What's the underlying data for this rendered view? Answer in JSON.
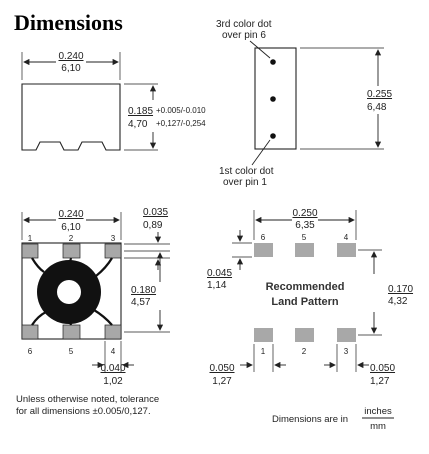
{
  "title": "Dimensions",
  "top_view": {
    "width_in": "0.240",
    "width_mm": "6,10",
    "height_in": "0.185",
    "height_tol_in": "+0.005/-0.010",
    "height_mm": "4,70",
    "height_tol_mm": "+0,127/-0,254"
  },
  "side_view": {
    "dot_top_line1": "3rd color dot",
    "dot_top_line2": "over pin 6",
    "dot_bottom_line1": "1st color dot",
    "dot_bottom_line2": "over pin 1",
    "height_in": "0.255",
    "height_mm": "6,48"
  },
  "bottom_view": {
    "width_in": "0.240",
    "width_mm": "6,10",
    "pad_in": "0.035",
    "pad_mm": "0,89",
    "pitch_v_in": "0.180",
    "pitch_v_mm": "4,57",
    "pad_w_in": "0.040",
    "pad_w_mm": "1,02",
    "pins_top": [
      "1",
      "2",
      "3"
    ],
    "pins_bottom": [
      "6",
      "5",
      "4"
    ]
  },
  "land_pattern": {
    "label_line1": "Recommended",
    "label_line2": "Land Pattern",
    "width_in": "0.250",
    "width_mm": "6,35",
    "pad_h_in": "0.045",
    "pad_h_mm": "1,14",
    "pitch_v_in": "0.170",
    "pitch_v_mm": "4,32",
    "pad_left_in": "0.050",
    "pad_left_mm": "1,27",
    "pad_right_in": "0.050",
    "pad_right_mm": "1,27",
    "pins_top": [
      "6",
      "5",
      "4"
    ],
    "pins_bottom": [
      "1",
      "2",
      "3"
    ]
  },
  "notes": {
    "tolerance_line1": "Unless otherwise noted, tolerance",
    "tolerance_line2": "for all dimensions ±0.005/0,127.",
    "units_prefix": "Dimensions are in",
    "units_top": "inches",
    "units_bottom": "mm"
  },
  "colors": {
    "pad_gray": "#a8a8a8",
    "core_black": "#111111",
    "line": "#222222"
  }
}
